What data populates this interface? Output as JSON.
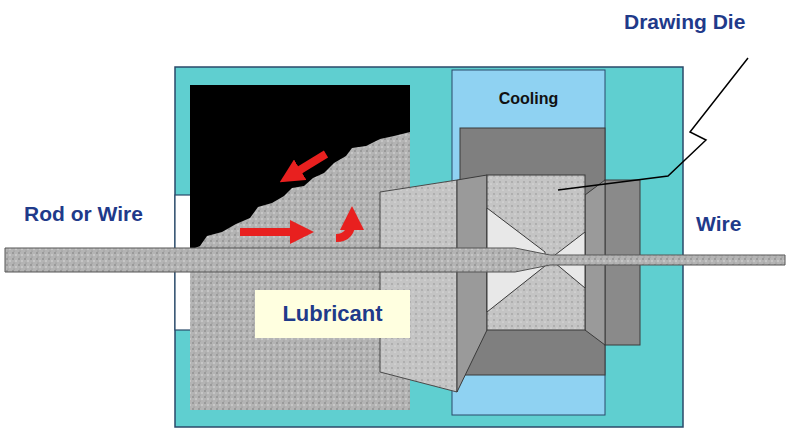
{
  "diagram": {
    "nodes": [
      {
        "text": [
          "Cooling"
        ]
      },
      {
        "text": [
          "Lubricant"
        ]
      }
    ],
    "labels": [
      "Drawing Die",
      "Rod or Wire",
      "Wire"
    ]
  }
}
